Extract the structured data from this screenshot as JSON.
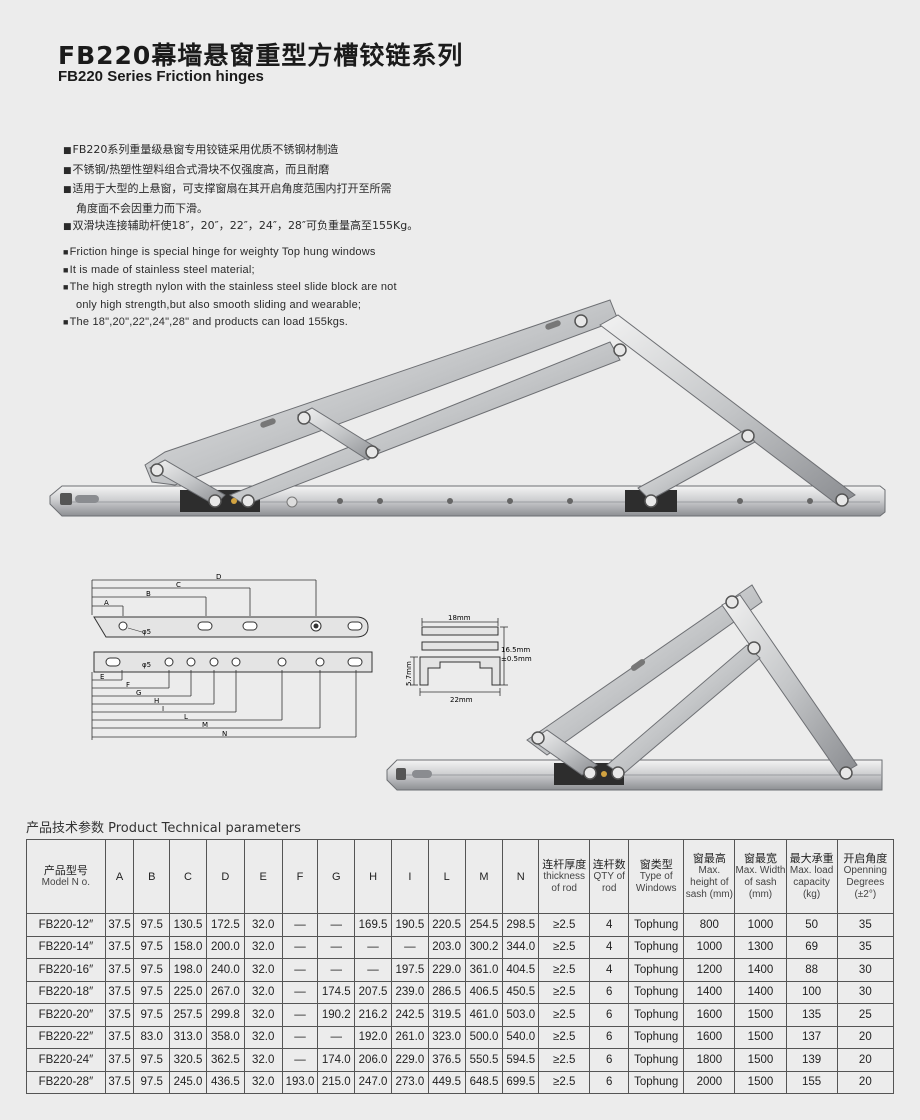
{
  "header": {
    "title_cn": "FB220幕墙悬窗重型方槽铰链系列",
    "title_en": "FB220 Series  Friction hinges"
  },
  "features_cn": [
    {
      "text": "FB220系列重量级悬窗专用铰链采用优质不锈钢材制造",
      "cont": ""
    },
    {
      "text": "不锈钢/热塑性塑料组合式滑块不仅强度高，而且耐磨",
      "cont": ""
    },
    {
      "text": "适用于大型的上悬窗，可支撑窗扇在其开启角度范围内打开至所需",
      "cont": "角度面不会因重力而下滑。"
    },
    {
      "text": "双滑块连接辅助杆使18″，20″，22″，24″，28″可负重量高至155Kg。",
      "cont": ""
    }
  ],
  "features_en": [
    {
      "text": "Friction hinge is special hinge for weighty Top hung windows",
      "cont": ""
    },
    {
      "text": "It is made of stainless steel material;",
      "cont": ""
    },
    {
      "text": "The high stregth nylon with the stainless steel slide block are not",
      "cont": "only high strength,but also smooth sliding and wearable;"
    },
    {
      "text": "The 18\",20\",22\",24\",28\" and products can load 155kgs.",
      "cont": ""
    }
  ],
  "diagram": {
    "upper_labels": [
      "A",
      "B",
      "C",
      "D"
    ],
    "upper_hole_label": "φ5",
    "lower_labels": [
      "E",
      "F",
      "G",
      "H",
      "I",
      "L",
      "M",
      "N"
    ],
    "lower_hole_label": "φ5",
    "section": {
      "width_top": "18mm",
      "height": "16.5mm",
      "tolerance": "±0.5mm",
      "side": "5.7mm",
      "width_bottom": "22mm"
    }
  },
  "table": {
    "caption": "产品技术参数  Product Technical parameters",
    "headers": [
      {
        "cn": "产品型号",
        "en": "Model N o."
      },
      {
        "cn": "",
        "en": "A"
      },
      {
        "cn": "",
        "en": "B"
      },
      {
        "cn": "",
        "en": "C"
      },
      {
        "cn": "",
        "en": "D"
      },
      {
        "cn": "",
        "en": "E"
      },
      {
        "cn": "",
        "en": "F"
      },
      {
        "cn": "",
        "en": "G"
      },
      {
        "cn": "",
        "en": "H"
      },
      {
        "cn": "",
        "en": "I"
      },
      {
        "cn": "",
        "en": "L"
      },
      {
        "cn": "",
        "en": "M"
      },
      {
        "cn": "",
        "en": "N"
      },
      {
        "cn": "连杆厚度",
        "en": "thickness of rod"
      },
      {
        "cn": "连杆数",
        "en": "QTY of rod"
      },
      {
        "cn": "窗类型",
        "en": "Type of Windows"
      },
      {
        "cn": "窗最高",
        "en": "Max. height of sash (mm)"
      },
      {
        "cn": "窗最宽",
        "en": "Max. Width of sash (mm)"
      },
      {
        "cn": "最大承重",
        "en": "Max. load capacity (kg)"
      },
      {
        "cn": "开启角度",
        "en": "Openning Degrees (±2°)"
      }
    ],
    "rows": [
      [
        "FB220-12″",
        "37.5",
        "97.5",
        "130.5",
        "172.5",
        "32.0",
        "—",
        "—",
        "169.5",
        "190.5",
        "220.5",
        "254.5",
        "298.5",
        "≥2.5",
        "4",
        "Tophung",
        "800",
        "1000",
        "50",
        "35"
      ],
      [
        "FB220-14″",
        "37.5",
        "97.5",
        "158.0",
        "200.0",
        "32.0",
        "—",
        "—",
        "—",
        "—",
        "203.0",
        "300.2",
        "344.0",
        "≥2.5",
        "4",
        "Tophung",
        "1000",
        "1300",
        "69",
        "35"
      ],
      [
        "FB220-16″",
        "37.5",
        "97.5",
        "198.0",
        "240.0",
        "32.0",
        "—",
        "—",
        "—",
        "197.5",
        "229.0",
        "361.0",
        "404.5",
        "≥2.5",
        "4",
        "Tophung",
        "1200",
        "1400",
        "88",
        "30"
      ],
      [
        "FB220-18″",
        "37.5",
        "97.5",
        "225.0",
        "267.0",
        "32.0",
        "—",
        "174.5",
        "207.5",
        "239.0",
        "286.5",
        "406.5",
        "450.5",
        "≥2.5",
        "6",
        "Tophung",
        "1400",
        "1400",
        "100",
        "30"
      ],
      [
        "FB220-20″",
        "37.5",
        "97.5",
        "257.5",
        "299.8",
        "32.0",
        "—",
        "190.2",
        "216.2",
        "242.5",
        "319.5",
        "461.0",
        "503.0",
        "≥2.5",
        "6",
        "Tophung",
        "1600",
        "1500",
        "135",
        "25"
      ],
      [
        "FB220-22″",
        "37.5",
        "83.0",
        "313.0",
        "358.0",
        "32.0",
        "—",
        "—",
        "192.0",
        "261.0",
        "323.0",
        "500.0",
        "540.0",
        "≥2.5",
        "6",
        "Tophung",
        "1600",
        "1500",
        "137",
        "20"
      ],
      [
        "FB220-24″",
        "37.5",
        "97.5",
        "320.5",
        "362.5",
        "32.0",
        "—",
        "174.0",
        "206.0",
        "229.0",
        "376.5",
        "550.5",
        "594.5",
        "≥2.5",
        "6",
        "Tophung",
        "1800",
        "1500",
        "139",
        "20"
      ],
      [
        "FB220-28″",
        "37.5",
        "97.5",
        "245.0",
        "436.5",
        "32.0",
        "193.0",
        "215.0",
        "247.0",
        "273.0",
        "449.5",
        "648.5",
        "699.5",
        "≥2.5",
        "6",
        "Tophung",
        "2000",
        "1500",
        "155",
        "20"
      ]
    ]
  }
}
